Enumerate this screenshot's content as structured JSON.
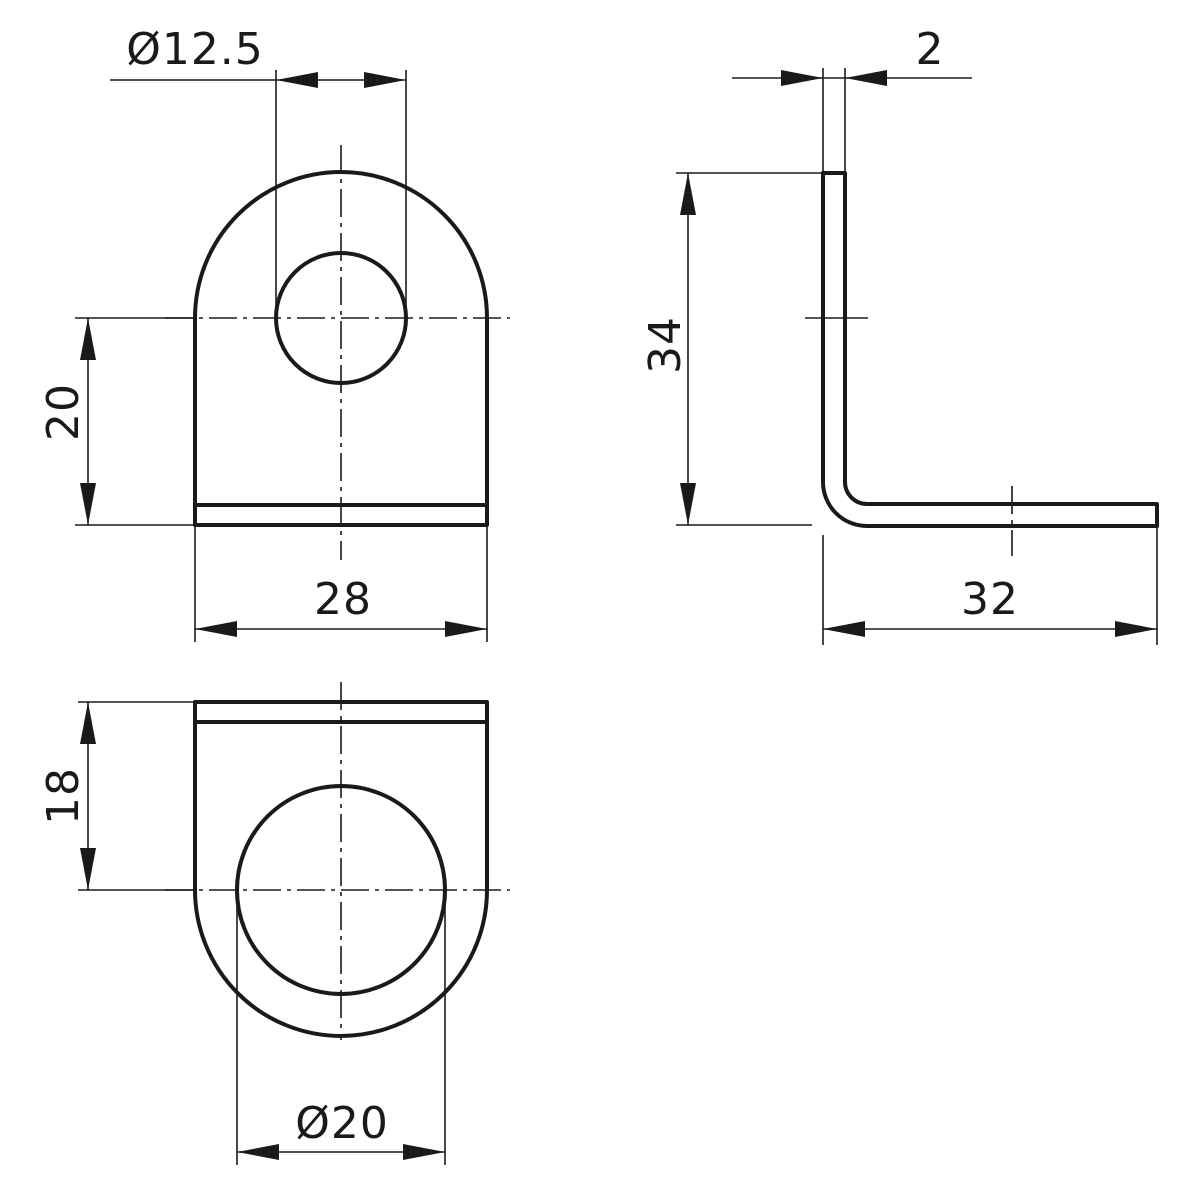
{
  "dimensions": {
    "hole_small_diameter": "Ø12.5",
    "thickness": "2",
    "lower_height": "20",
    "total_height": "34",
    "width": "28",
    "leg_length": "32",
    "depth": "18",
    "hole_large_diameter": "Ø20"
  },
  "colors": {
    "line": "#1a1a1a",
    "background": "#ffffff"
  }
}
